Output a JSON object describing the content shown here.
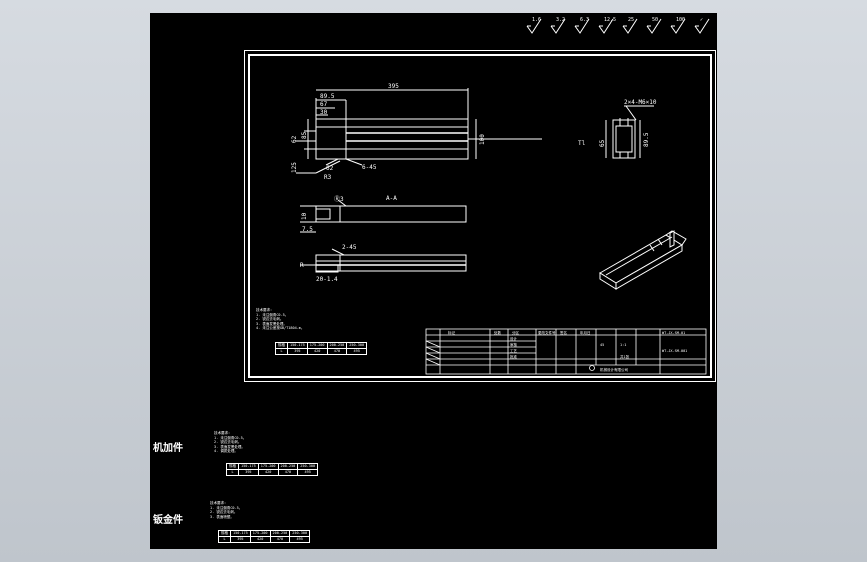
{
  "roughness": [
    "1.6",
    "3.2",
    "6.3",
    "12.5",
    "25",
    "50",
    "100",
    "✓"
  ],
  "views": {
    "top": {
      "dims": {
        "overall": "395",
        "d1": "89.5",
        "d2": "67",
        "d3": "30",
        "left_v1": "62",
        "left_v2": "85",
        "left_v3": "125",
        "right_h": "100",
        "bottom": "62",
        "chamfer": "6-45",
        "radius": "R3"
      }
    },
    "mid": {
      "dims": {
        "tag": "Ⓡ3",
        "top": "A-A",
        "h1": "10",
        "h2": "7.5"
      }
    },
    "low": {
      "dims": {
        "tag": "2-45",
        "h1": "R",
        "bottom": "20-1.4"
      }
    },
    "section": {
      "dims": {
        "callout": "2×4-M6×10",
        "width": "89.5",
        "left": "65",
        "side": "Tl"
      }
    }
  },
  "notes_main": {
    "title": "技术要求:",
    "lines": [
      "1. 未注倒角C0.5。",
      "2. 锐边去毛刺。",
      "3. 表面发黑处理。",
      "4. 未注公差按GB/T1804-m。"
    ]
  },
  "spec_table_main": [
    [
      "规格",
      "150-175",
      "175-200",
      "200-250",
      "250-300"
    ],
    [
      "L",
      "395",
      "420",
      "470",
      "495"
    ]
  ],
  "title_block": {
    "cells": [
      "标记",
      "处数",
      "分区",
      "更改文件号",
      "签名",
      "年月日"
    ],
    "rows": [
      "设计",
      "审核",
      "工艺",
      "批准"
    ],
    "material": "45",
    "scale": "1:1",
    "sheet": "共1张",
    "part_no": "WT-JX-SM-01",
    "drawing_no": "WT-JX-SM-001",
    "company": "机械设计有限公司"
  },
  "machining": {
    "label": "机加件",
    "notes": {
      "title": "技术要求:",
      "lines": [
        "1. 未注倒角C0.5。",
        "2. 锐边去毛刺。",
        "3. 表面发黑处理。",
        "4. 调质处理。"
      ]
    },
    "table": [
      [
        "规格",
        "150-175",
        "175-200",
        "200-250",
        "250-300"
      ],
      [
        "L",
        "395",
        "420",
        "470",
        "495"
      ]
    ]
  },
  "sheetmetal": {
    "label": "钣金件",
    "notes": {
      "title": "技术要求:",
      "lines": [
        "1. 未注倒角C0.5。",
        "2. 锐边去毛刺。",
        "3. 表面喷塑。"
      ]
    },
    "table": [
      [
        "规格",
        "150-175",
        "175-200",
        "200-250",
        "250-300"
      ],
      [
        "L",
        "395",
        "420",
        "470",
        "495"
      ]
    ]
  },
  "colors": {
    "bg": "#000000",
    "line": "#ffffff",
    "window": "#cfd4da"
  }
}
